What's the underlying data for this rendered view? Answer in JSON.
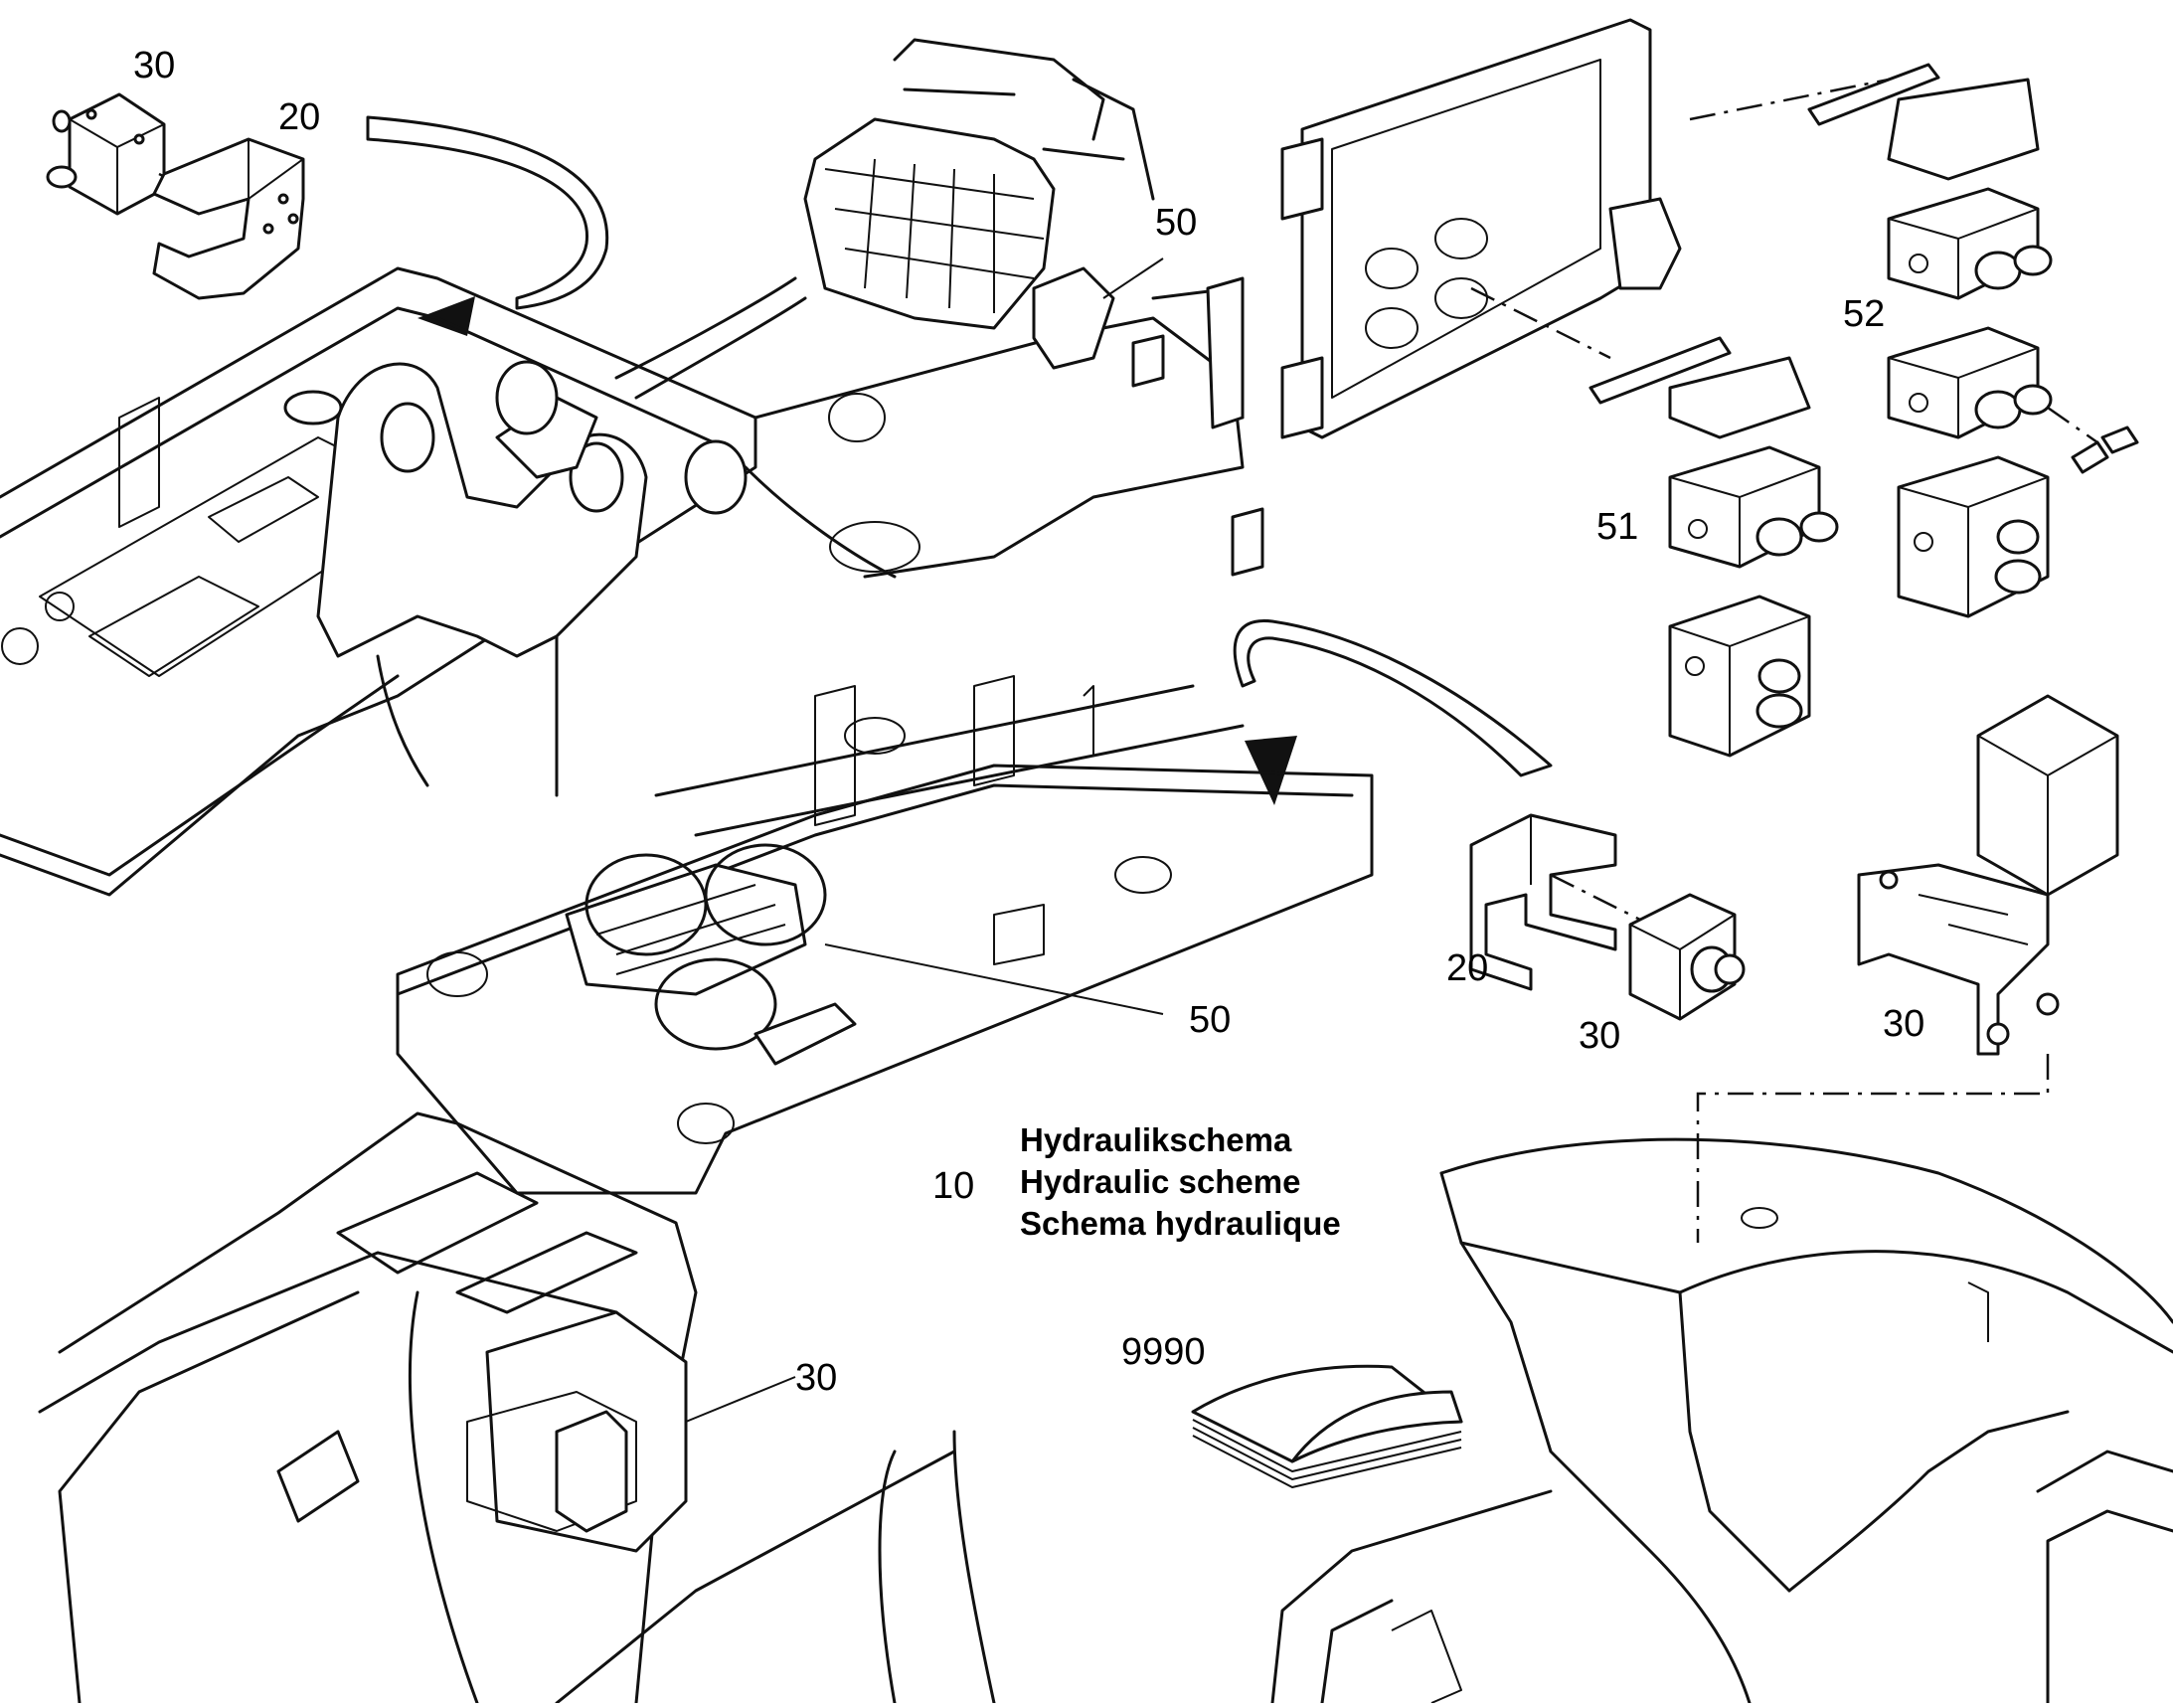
{
  "callouts": {
    "top_left_30": "30",
    "top_left_20": "20",
    "top_50": "50",
    "right_52": "52",
    "right_51": "51",
    "mid_50": "50",
    "mid_20": "20",
    "mid_30": "30",
    "right_30": "30",
    "cab_30": "30",
    "manual_9990": "9990",
    "scheme_10": "10"
  },
  "scheme_labels": {
    "de": "Hydraulikschema",
    "en": "Hydraulic scheme",
    "fr": "Schema hydraulique"
  },
  "parts": [
    {
      "ref": "10",
      "name": "hydraulic-scheme"
    },
    {
      "ref": "20",
      "name": "bracket"
    },
    {
      "ref": "30",
      "name": "control-unit"
    },
    {
      "ref": "50",
      "name": "valve-block-assembly"
    },
    {
      "ref": "51",
      "name": "valve-block"
    },
    {
      "ref": "52",
      "name": "valve-block"
    },
    {
      "ref": "9990",
      "name": "manual"
    }
  ]
}
